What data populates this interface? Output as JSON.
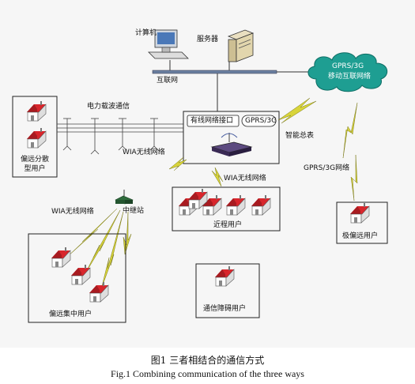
{
  "labels": {
    "computer": "计算机",
    "server": "服务器",
    "internet": "互联网",
    "mobile_cloud_line1": "GPRS/3G",
    "mobile_cloud_line2": "移动互联网络",
    "power_carrier": "电力载波通信",
    "wired_interface": "有线网络接口",
    "gprs_box": "GPRS/3G",
    "wia_top": "WIA无线网络",
    "smart_meter": "智能总表",
    "remote_dispersed_line1": "偏远分散",
    "remote_dispersed_line2": "型用户",
    "wia_mid": "WIA无线网络",
    "repeater": "中继站",
    "wia_left": "WIA无线网络",
    "nearby_users": "近程用户",
    "gprs_net": "GPRS/3G网络",
    "very_remote_users": "极偏远用户",
    "remote_concentrated_users": "偏远集中用户",
    "comm_obstacle_users": "通信障碍用户"
  },
  "caption": {
    "cn": "图1   三者相结合的通信方式",
    "en": "Fig.1    Combining communication of the three ways"
  },
  "colors": {
    "roof": "#d8262c",
    "house_wall": "#ffffff",
    "cloud": "#1e9e92",
    "router": "#3a2a55",
    "repeater": "#2e6b3c",
    "lightning": "#d8d43a"
  }
}
